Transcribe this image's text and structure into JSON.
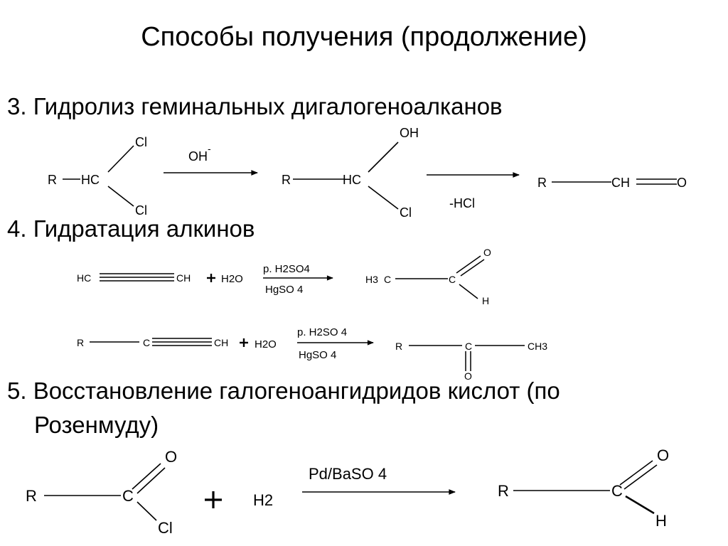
{
  "slide": {
    "title": "Способы получения (продолжение)",
    "section3": "3. Гидролиз геминальных дигалогеноалканов",
    "section4": "4. Гидратация алкинов",
    "section5_line1": "5. Восстановление галогеноангидридов кислот (по",
    "section5_line2": "Розенмуду)"
  },
  "reaction3": {
    "r1": "R",
    "hc1": "HC",
    "cl_top": "Cl",
    "cl_bottom": "Cl",
    "reagent": "OH",
    "reagent_sup": "-",
    "r2": "R",
    "hc2": "HC",
    "oh": "OH",
    "cl_mid": "Cl",
    "byproduct": "-HCl",
    "r3": "R",
    "ch": "CH",
    "o": "O"
  },
  "reaction4a": {
    "hc": "HC",
    "ch": "CH",
    "plus": "+",
    "water": "H2O",
    "cond_top": "р. H2SO4",
    "cond_bottom": "HgSO 4",
    "h3": "H3",
    "c_methyl": "C",
    "c_carbonyl": "C",
    "o": "O",
    "h": "H"
  },
  "reaction4b": {
    "r": "R",
    "c": "C",
    "ch": "CH",
    "plus": "+",
    "water": "H2O",
    "cond_top": "р. H2SO 4",
    "cond_bottom": "HgSO 4",
    "r2": "R",
    "c2": "C",
    "ch3": "CH3",
    "o": "O"
  },
  "reaction5": {
    "r": "R",
    "c": "C",
    "o": "O",
    "cl": "Cl",
    "plus": "+",
    "h2": "H2",
    "catalyst": "Pd/BaSO 4",
    "r2": "R",
    "c2": "C",
    "o2": "O",
    "h": "H"
  }
}
